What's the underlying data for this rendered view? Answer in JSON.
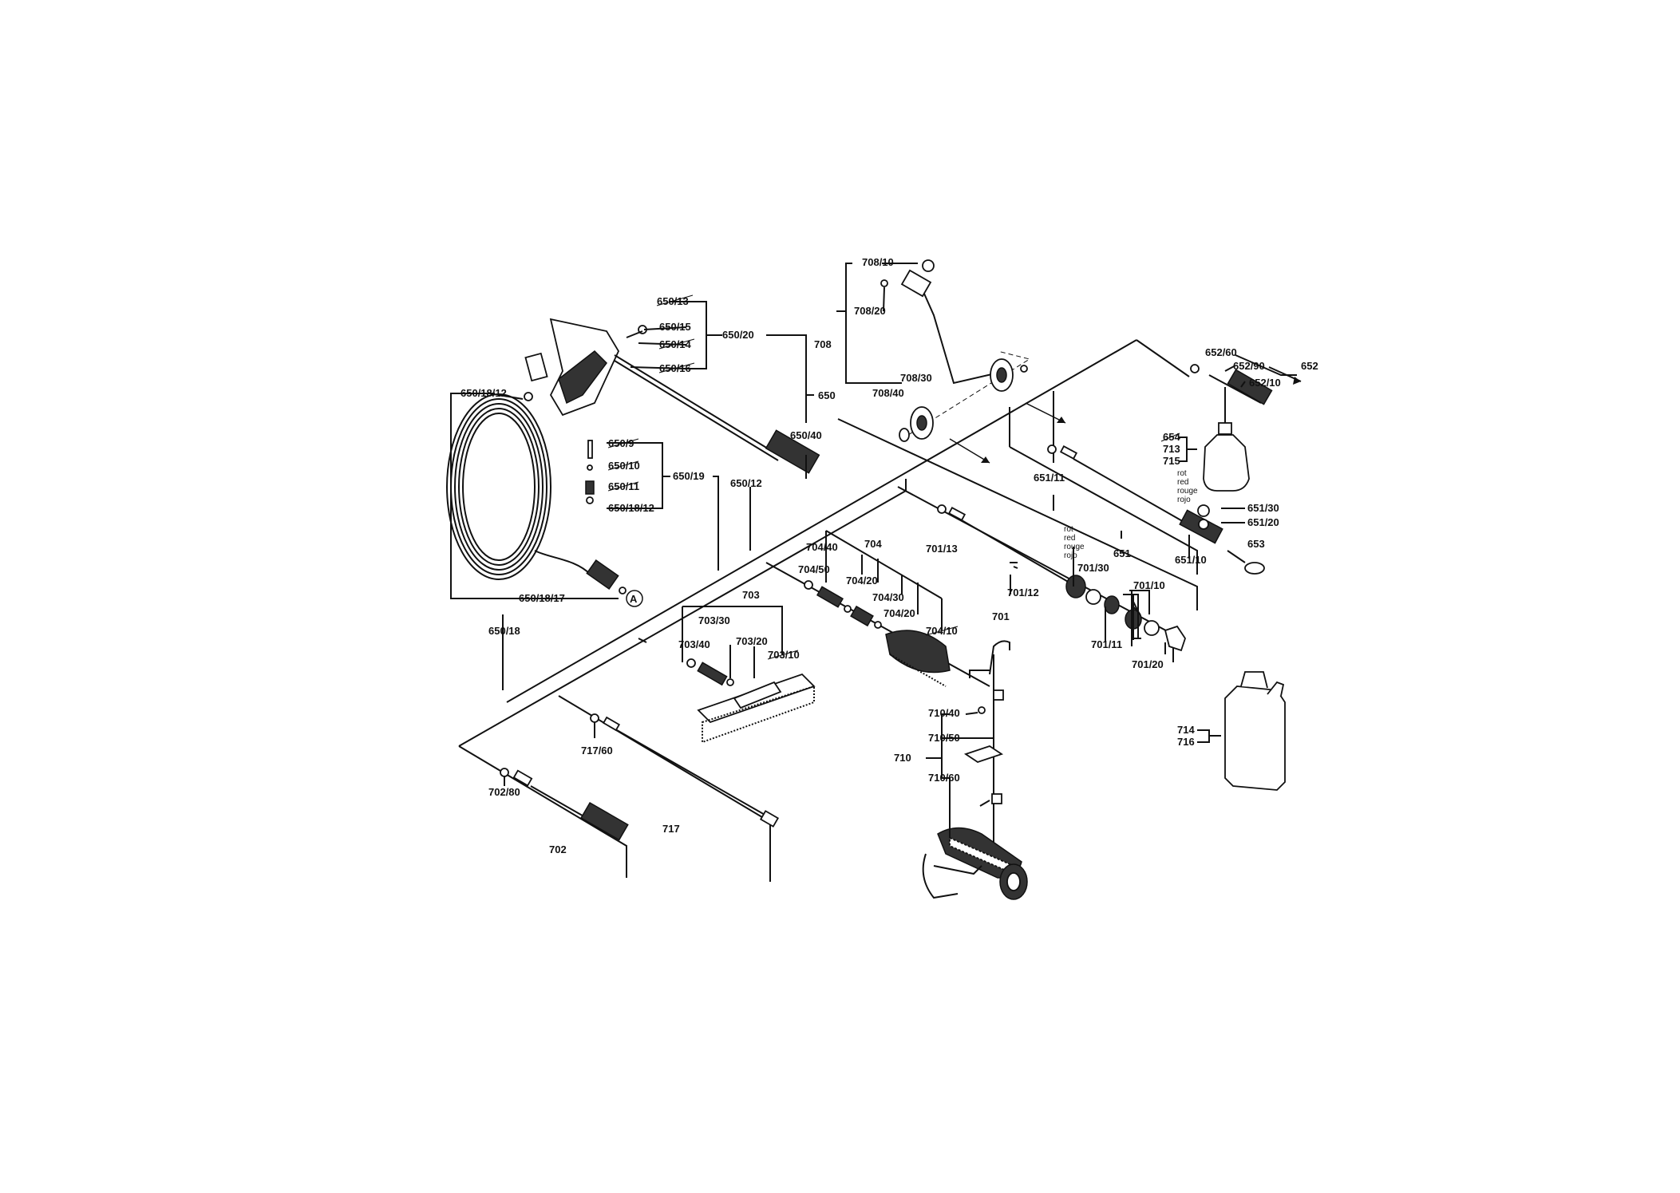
{
  "labels": {
    "l650_13": "650/13",
    "l650_15": "650/15",
    "l650_14": "650/14",
    "l650_16": "650/16",
    "l650_20": "650/20",
    "l650": "650",
    "l650_40": "650/40",
    "l650_18_12a": "650/18/12",
    "l650_9": "650/9",
    "l650_10": "650/10",
    "l650_11": "650/11",
    "l650_18_12b": "650/18/12",
    "l650_19": "650/19",
    "l650_12": "650/12",
    "l650_18_17": "650/18/17",
    "l650_18": "650/18",
    "lA": "A",
    "l708_10": "708/10",
    "l708_20": "708/20",
    "l708": "708",
    "l708_30": "708/30",
    "l708_40": "708/40",
    "l652_60": "652/60",
    "l652_90": "652/90",
    "l652": "652",
    "l652_10": "652/10",
    "l654": "654",
    "l713": "713",
    "l715": "715",
    "rot1": "rot",
    "red1": "red",
    "rouge1": "rouge",
    "rojo1": "rojo",
    "l651_30": "651/30",
    "l651_20": "651/20",
    "l651_11": "651/11",
    "l651": "651",
    "l651_10": "651/10",
    "l653": "653",
    "rot2": "rot",
    "red2": "red",
    "rouge2": "rouge",
    "rojo2": "rojo",
    "l701_13": "701/13",
    "l701_30": "701/30",
    "l701_12": "701/12",
    "l701": "701",
    "l701_10": "701/10",
    "l701_11": "701/11",
    "l701_20": "701/20",
    "l704_40": "704/40",
    "l704": "704",
    "l704_50": "704/50",
    "l704_20a": "704/20",
    "l704_30": "704/30",
    "l704_20b": "704/20",
    "l704_10": "704/10",
    "l703": "703",
    "l703_30": "703/30",
    "l703_40": "703/40",
    "l703_20": "703/20",
    "l703_10": "703/10",
    "l710_40": "710/40",
    "l710_50": "710/50",
    "l710": "710",
    "l710_60": "710/60",
    "l714": "714",
    "l716": "716",
    "l717_60": "717/60",
    "l717": "717",
    "l702_80": "702/80",
    "l702": "702"
  }
}
